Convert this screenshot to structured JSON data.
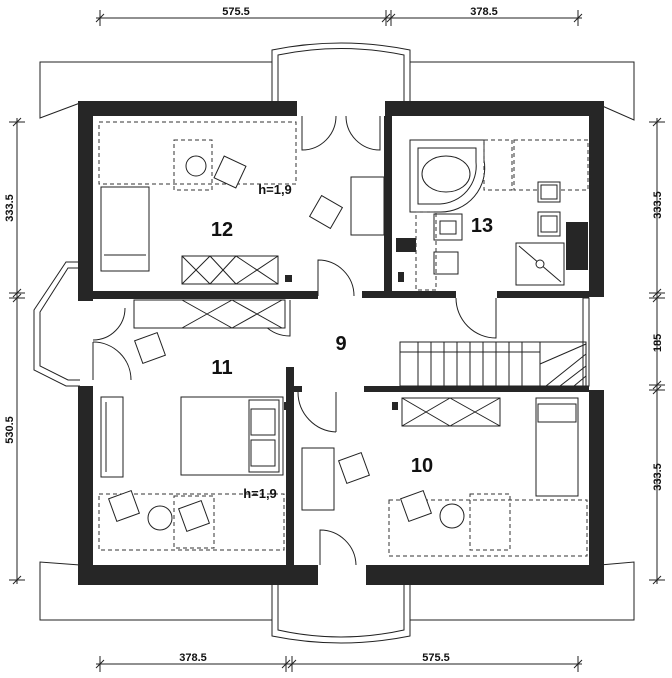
{
  "dimensions": {
    "top": [
      "575.5",
      "378.5"
    ],
    "bottom": [
      "378.5",
      "575.5"
    ],
    "left": [
      "333.5",
      "530.5"
    ],
    "right": [
      "333.5",
      "185",
      "333.5"
    ]
  },
  "rooms": [
    {
      "number": "12"
    },
    {
      "number": "13"
    },
    {
      "number": "9"
    },
    {
      "number": "11"
    },
    {
      "number": "10"
    }
  ],
  "height_notes": [
    "h=1,9",
    "h=1,9"
  ]
}
